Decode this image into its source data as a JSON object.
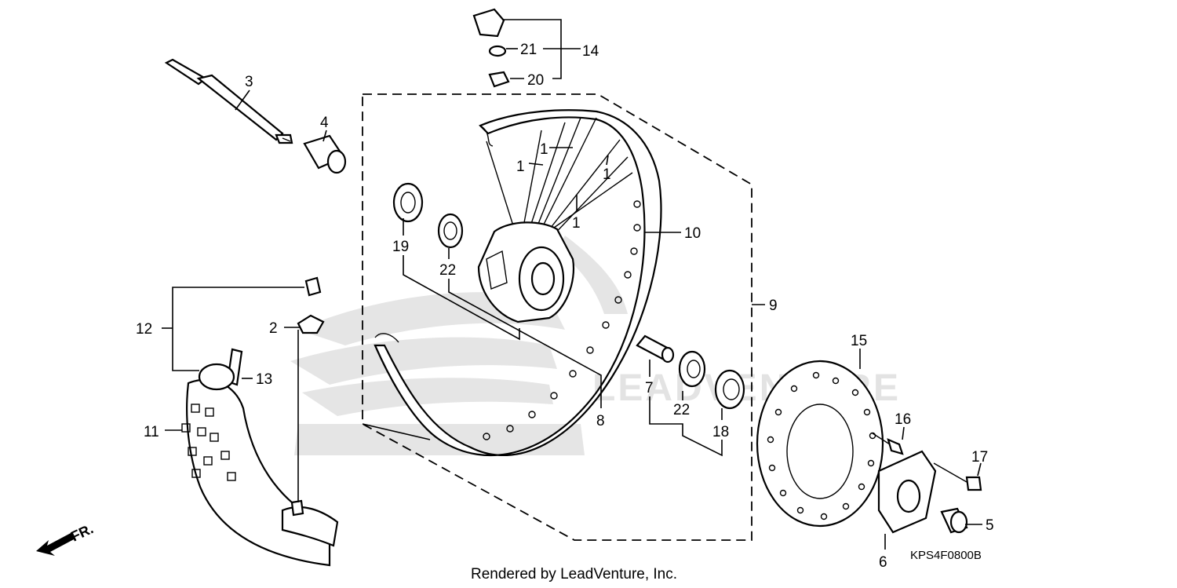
{
  "footer": {
    "rendered_by": "Rendered by LeadVenture, Inc."
  },
  "diagram_code": "KPS4F0800B",
  "direction_label": "FR.",
  "watermark_text": "LEADVENTURE",
  "callouts": {
    "c1a": "1",
    "c1b": "1",
    "c1c": "1",
    "c1d": "1",
    "c2": "2",
    "c3": "3",
    "c4": "4",
    "c5": "5",
    "c6": "6",
    "c7": "7",
    "c8": "8",
    "c9": "9",
    "c10": "10",
    "c11": "11",
    "c12": "12",
    "c13": "13",
    "c14": "14",
    "c15": "15",
    "c16": "16",
    "c17": "17",
    "c18": "18",
    "c19": "19",
    "c20": "20",
    "c21": "21",
    "c22a": "22",
    "c22b": "22"
  }
}
